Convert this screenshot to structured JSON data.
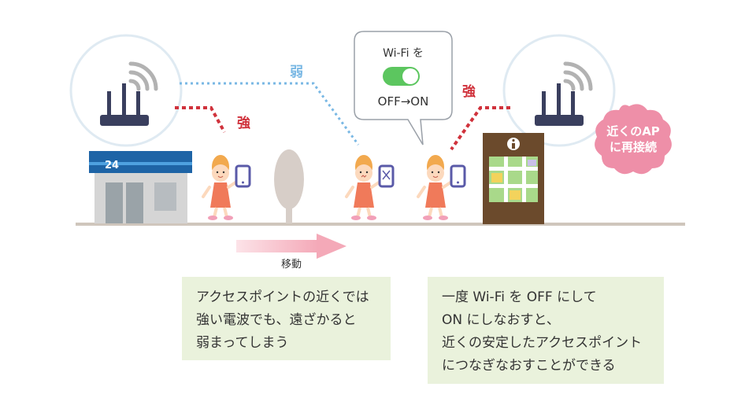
{
  "store_sign": "24",
  "labels": {
    "strong_left": "強",
    "weak": "弱",
    "strong_right": "強",
    "move": "移動"
  },
  "speech_bubble": {
    "line1": "Wi-Fi を",
    "line2": "OFF→ON",
    "toggle_state": "on"
  },
  "reconnect_badge": {
    "line1": "近くのAP",
    "line2": "に再接続"
  },
  "kiosk_icon": "i",
  "notes": {
    "left": [
      "アクセスポイントの近くでは",
      "強い電波でも、遠ざかると",
      "弱まってしまう"
    ],
    "right": [
      "一度 Wi-Fi を OFF にして",
      "ON にしなおすと、",
      "近くの安定したアクセスポイント",
      "につなぎなおすことができる"
    ]
  },
  "colors": {
    "strong": "#d0323c",
    "weak": "#7ab8e4",
    "toggle": "#5cc65f",
    "badge": "#ee8fa8",
    "note_bg": "#eaf2dc",
    "router": "#3a3f5e",
    "arrow": "#f5b8c4"
  },
  "icons": [
    "router-icon",
    "wifi-signal-icon",
    "info-icon",
    "phone-icon",
    "map-icon",
    "tree-icon",
    "store-icon"
  ]
}
